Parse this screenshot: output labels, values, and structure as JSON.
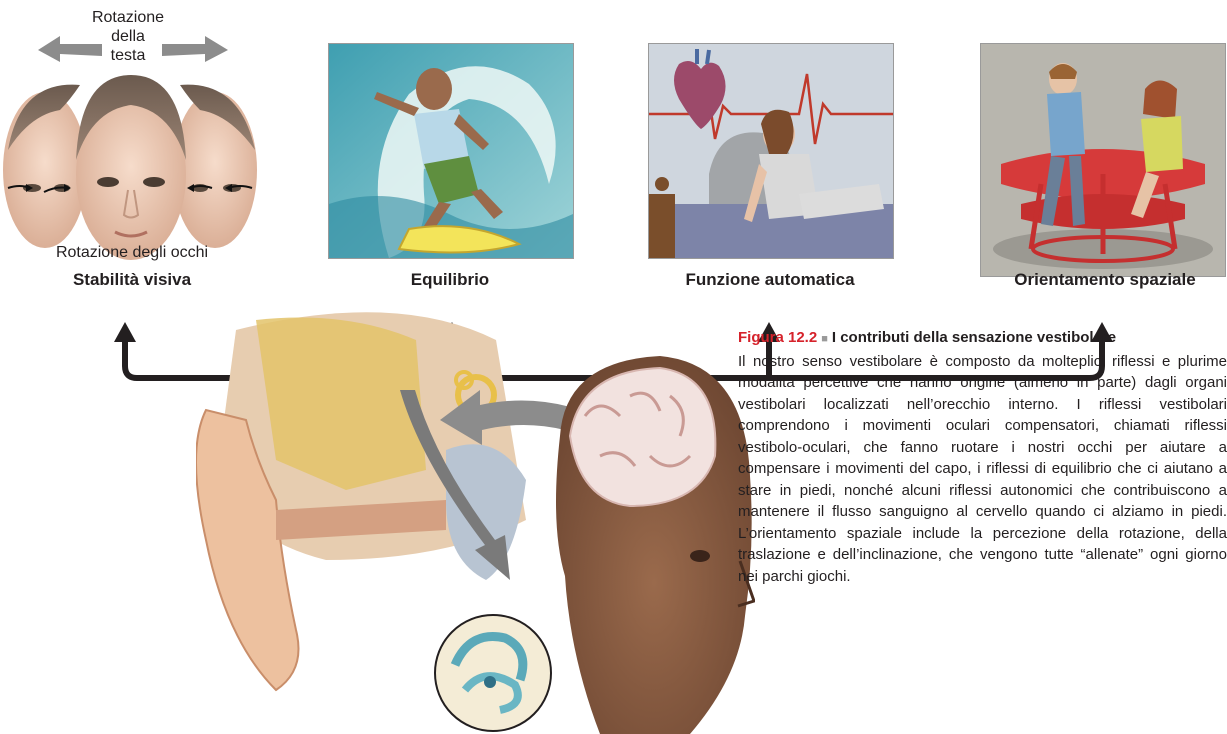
{
  "head_rotation_label": [
    "Rotazione",
    "della",
    "testa"
  ],
  "eye_rotation_label": "Rotazione degli occhi",
  "panels": [
    {
      "label": "Stabilità visiva"
    },
    {
      "label": "Equilibrio"
    },
    {
      "label": "Funzione automatica"
    },
    {
      "label": "Orientamento spaziale"
    }
  ],
  "caption": {
    "figure": "Figura 12.2",
    "separator": "■",
    "heading": "I contributi della sensazione vestibolare",
    "body": "Il nostro senso vestibolare è composto da molteplici riflessi e plurime modalità percettive che hanno origine (almeno in parte) dagli organi vestibolari localizzati nell’orecchio interno. I riflessi vestibolari comprendono i movimenti oculari compensatori, chiamati riflessi vestibolo-oculari, che fanno ruotare i nostri occhi per aiutare a compensare i movimenti del capo, i riflessi di equilibrio che ci aiutano a stare in piedi, nonché alcuni riflessi autonomici che contribuiscono a mantenere il flusso sanguigno al cervello quando ci alziamo in piedi. L’orientamento spaziale include la percezione della rotazione, della traslazione e dell’inclinazione, che vengono tutte “allenate” ogni giorno nei parchi giochi."
  },
  "colors": {
    "caption_red": "#d6222b",
    "connector": "#231f20",
    "gray_arrow": "#8c8c8c"
  }
}
